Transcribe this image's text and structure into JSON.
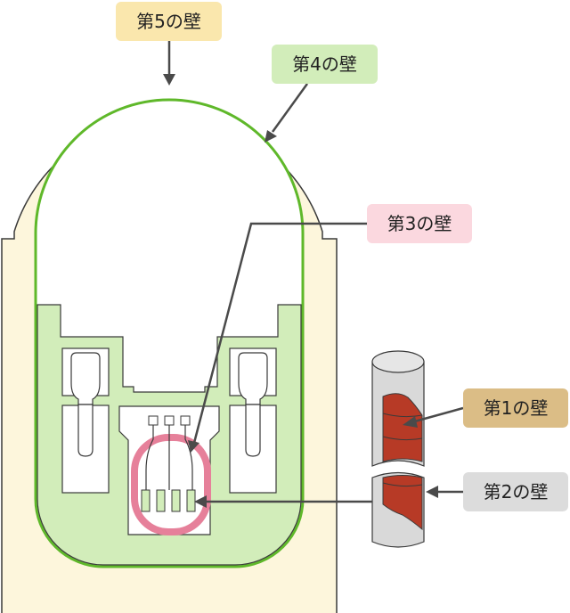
{
  "labels": {
    "wall5": "第5の壁",
    "wall4": "第4の壁",
    "wall3": "第3の壁",
    "wall1": "第1の壁",
    "wall2": "第2の壁"
  },
  "colors": {
    "building": "#fdf6dc",
    "building_stroke": "#3a3a3a",
    "containment_fill": "#ffffff",
    "containment_stroke": "#5fb82a",
    "pool_green": "#d2edba",
    "vessel_pink": "#e6809a",
    "pellet_red": "#b73a26",
    "rod_gray": "#d9d9d9",
    "label5_bg": "#fae7ad",
    "label4_bg": "#d2edba",
    "label3_bg": "#fbd8df",
    "label1_bg": "#dbbd86",
    "label2_bg": "#dcdcdc"
  }
}
